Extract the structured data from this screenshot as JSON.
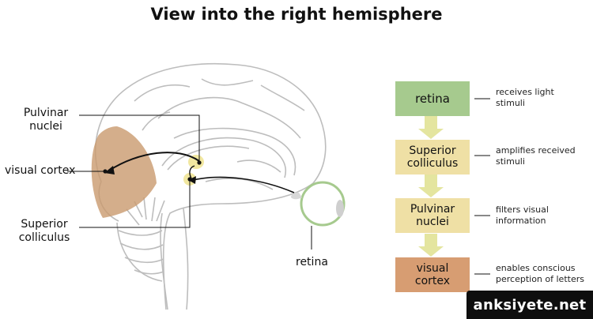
{
  "title": "View into the right hemisphere",
  "labels": {
    "pulvinar": "Pulvinar\nnuclei",
    "visual_cortex": "visual cortex",
    "superior": "Superior\ncolliculus",
    "retina": "retina"
  },
  "flow": [
    {
      "label": "retina",
      "description": "receives light\nstimuli",
      "color": "#a6ca8e"
    },
    {
      "label": "Superior\ncolliculus",
      "description": "amplifies received\nstimuli",
      "color": "#efe0a5"
    },
    {
      "label": "Pulvinar\nnuclei",
      "description": "filters visual\ninformation",
      "color": "#efe0a5"
    },
    {
      "label": "visual\ncortex",
      "description": "enables conscious\nperception of letters",
      "color": "#d79d72"
    }
  ],
  "colors": {
    "arrow": "#e4e59f",
    "brain_outline": "#bdbdbd",
    "cortex_highlight": "#c99a6e",
    "nucleus_highlight": "#f1e7a0"
  },
  "watermark": "anksiyete.net"
}
